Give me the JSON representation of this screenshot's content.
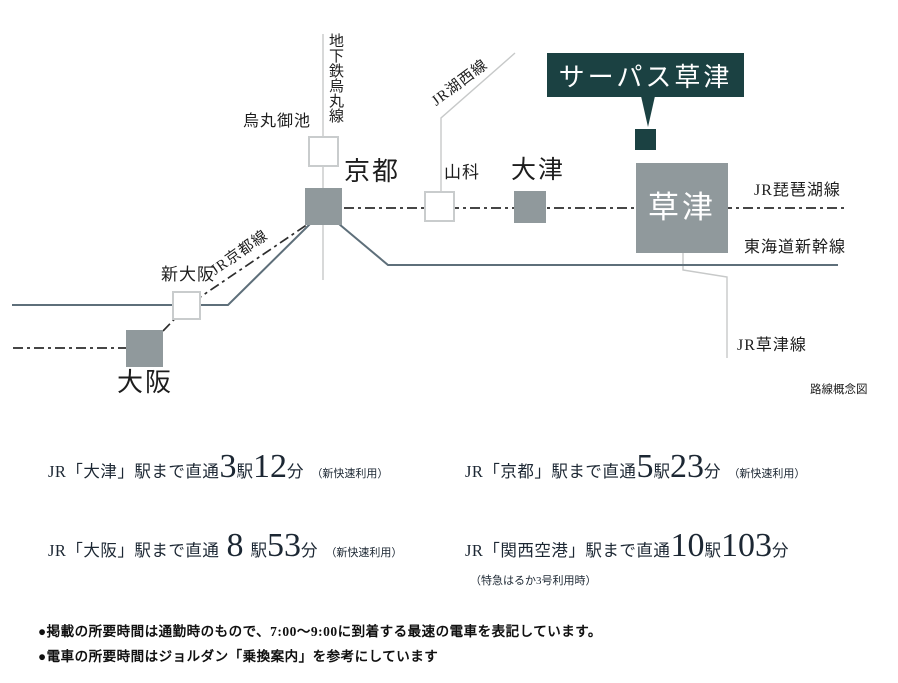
{
  "map": {
    "callout": {
      "label": "サーパス草津"
    },
    "stations": {
      "karasuma_oike": "烏丸御池",
      "kyoto": "京都",
      "yamashina": "山科",
      "otsu": "大津",
      "kusatsu": "草津",
      "shin_osaka": "新大阪",
      "osaka": "大阪"
    },
    "lines": {
      "subway_karasuma": "地下鉄烏丸線",
      "jr_kosei": "JR湖西線",
      "jr_biwako": "JR琵琶湖線",
      "tokaido_shinkansen": "東海道新幹線",
      "jr_kusatsu": "JR草津線",
      "jr_kyoto": "JR京都線"
    },
    "legend": "路線概念図",
    "colors": {
      "accent": "#1b4142",
      "station_gray": "#90999c",
      "shinkansen_line": "#5e6f7a",
      "dashed_line": "#2d2d2d",
      "thin_line": "#c7c9c9"
    }
  },
  "access": {
    "items": [
      {
        "prefix": "JR「大津」駅まで直通",
        "num1": "3",
        "unit1": "駅",
        "num2": "12",
        "unit2": "分",
        "note": "（新快速利用）"
      },
      {
        "prefix": "JR「京都」駅まで直通",
        "num1": "5",
        "unit1": "駅",
        "num2": "23",
        "unit2": "分",
        "note": "（新快速利用）"
      },
      {
        "prefix": "JR「大阪」駅まで直通",
        "num1": "8",
        "unit1": "駅",
        "num2": "53",
        "unit2": "分",
        "note": "（新快速利用）"
      },
      {
        "prefix": "JR「関西空港」駅まで直通",
        "num1": "10",
        "unit1": "駅",
        "num2": "103",
        "unit2": "分",
        "note": "（特急はるか3号利用時）"
      }
    ]
  },
  "footnotes": [
    "●掲載の所要時間は通勤時のもので、7:00～9:00に到着する最速の電車を表記しています。",
    "●電車の所要時間はジョルダン「乗換案内」を参考にしています"
  ]
}
